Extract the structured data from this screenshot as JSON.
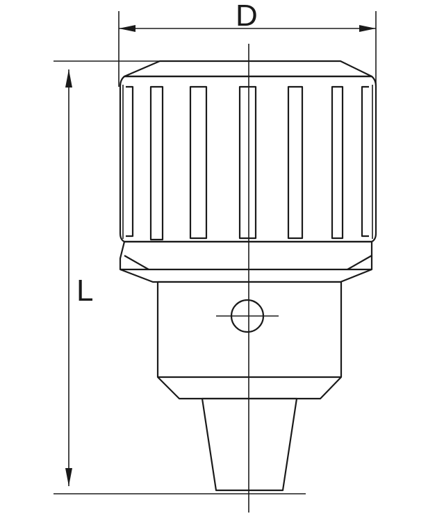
{
  "figure": {
    "subject": "drill-chuck-technical-drawing",
    "dimensions": {
      "diameter_label": "D",
      "length_label": "L"
    }
  }
}
